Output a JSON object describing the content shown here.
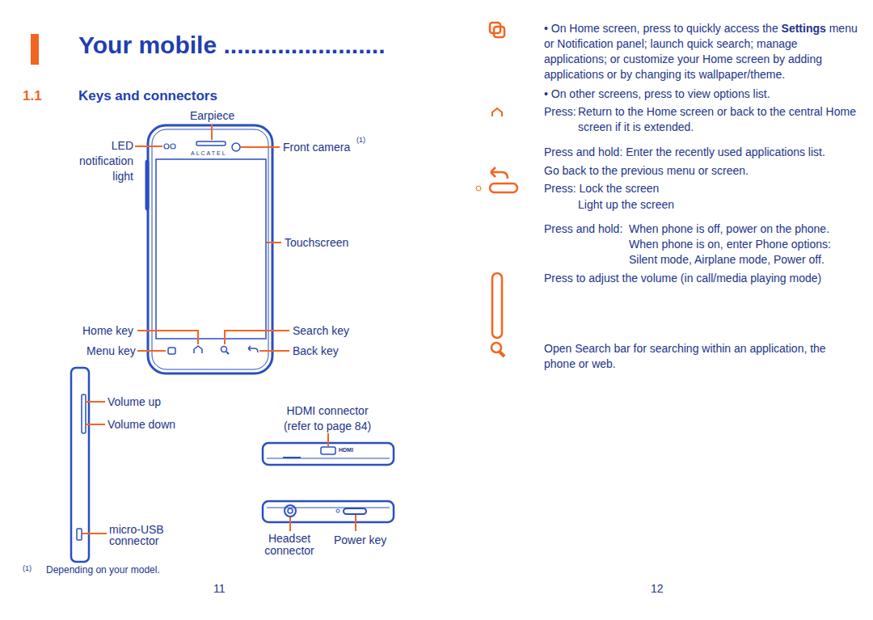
{
  "diagram": {
    "title": "Your mobile ........................",
    "labels": [
      "1.1",
      "Keys and connectors",
      "Earpiece",
      "LED notification light",
      "ALCATEL",
      "Front camera",
      "(1)",
      "Touchscreen",
      "Home key",
      "Search key",
      "Menu key",
      "Back key",
      "Volume up",
      "Volume down",
      "HDMI connector (refer to page 84)",
      "HDMI",
      "micro-USB connector",
      "Headset connector",
      "Power key",
      "(1)",
      "Depending on your model.",
      "11",
      "• On Home screen, press to quickly access the",
      "Settings",
      "menu or Notification panel; launch quick search; manage applications; or customize your Home screen by adding applications or by changing its wallpaper/theme.",
      "• On other screens, press to view options list.",
      "Press:",
      "Return to the Home screen or back to the central Home screen if it is extended.",
      "Press and hold: Enter the recently used applications list.",
      "Go back to the previous menu or screen.",
      "Press: Lock the screen",
      "Light up the screen",
      "Press and hold:",
      "When phone is off, power on the phone. When phone is on, enter Phone options: Silent mode, Airplane mode, Power off.",
      "Press to adjust the volume (in call/media playing mode)",
      "Open Search bar for searching within an application, the phone or web.",
      "12"
    ]
  }
}
